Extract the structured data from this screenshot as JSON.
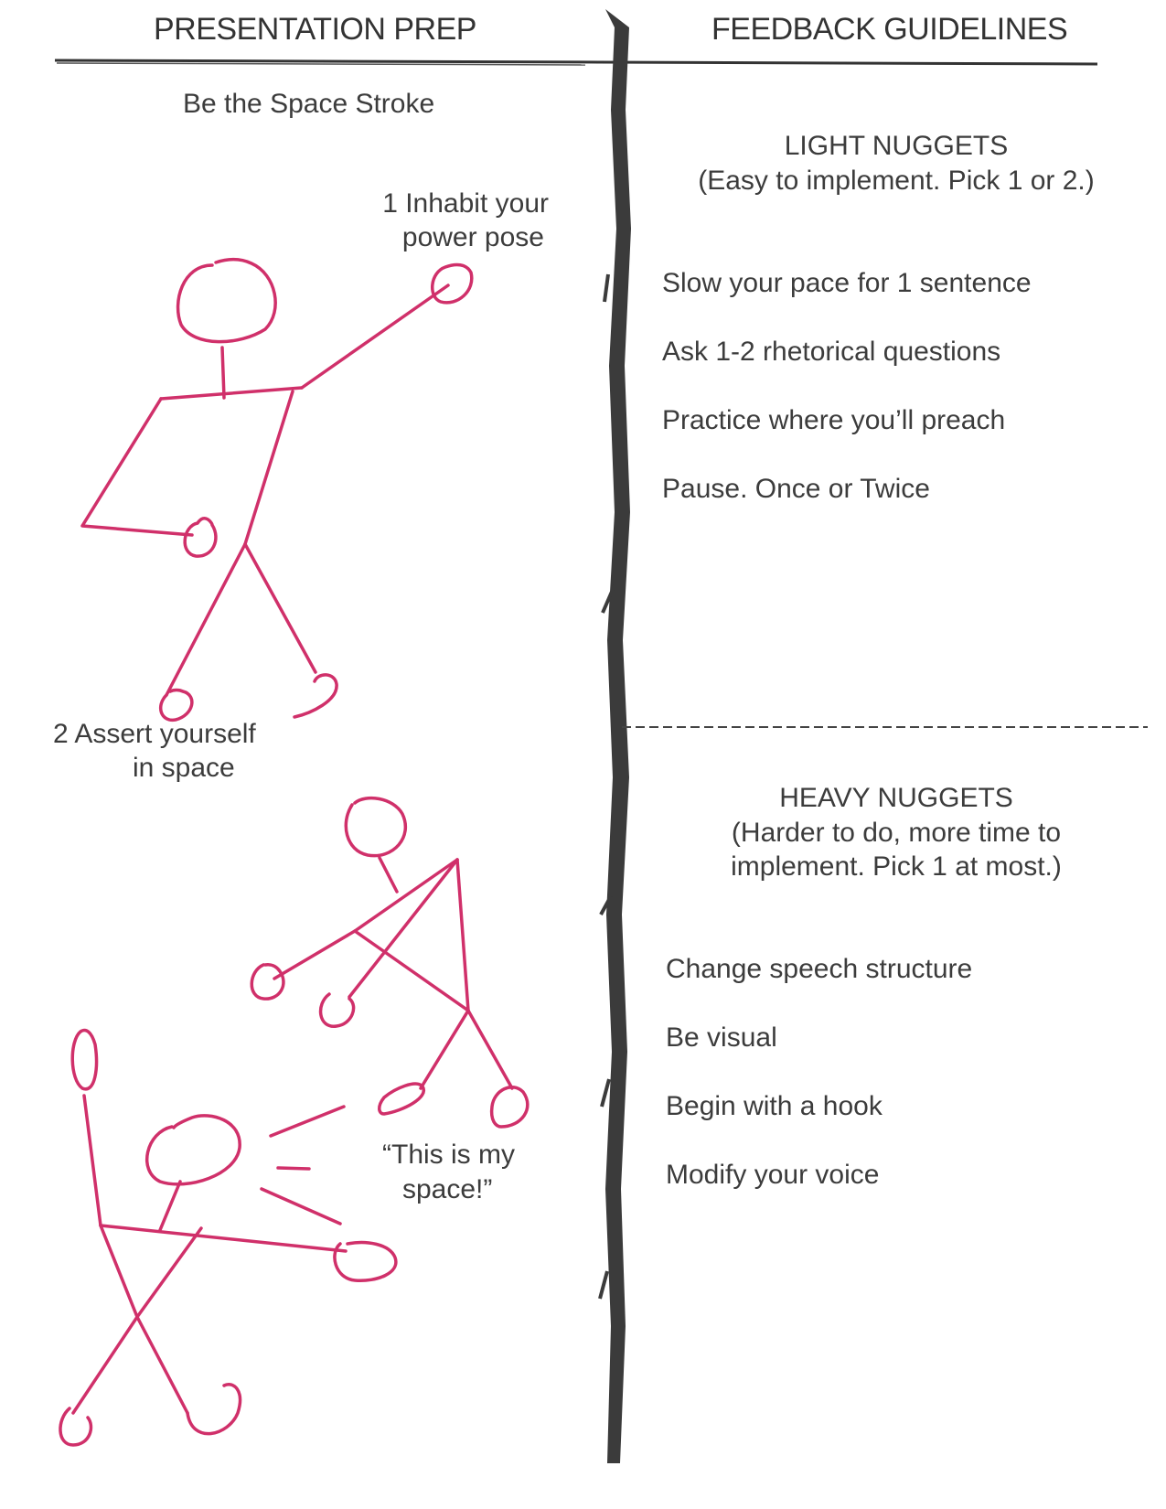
{
  "left_column": {
    "header": "PRESENTATION PREP",
    "subtitle": "Be the Space Stroke",
    "step1": {
      "line1": "1 Inhabit your",
      "line2": "power pose"
    },
    "step2": {
      "line1": "2  Assert  yourself",
      "line2": "in space"
    },
    "quote": {
      "line1": "“This is my",
      "line2": "space!”"
    }
  },
  "right_column": {
    "header": "FEEDBACK GUIDELINES",
    "light": {
      "title": "LIGHT NUGGETS",
      "note": "(Easy to implement. Pick 1 or 2.)",
      "items": [
        "Slow your pace for 1 sentence",
        "Ask 1-2 rhetorical questions",
        "Practice where you’ll preach",
        "Pause. Once or Twice"
      ]
    },
    "heavy": {
      "title": "HEAVY NUGGETS",
      "note_line1": "(Harder to do, more time to",
      "note_line2": "implement. Pick 1 at most.)",
      "items": [
        "Change speech structure",
        "Be visual",
        "Begin with a hook",
        "Modify your voice"
      ]
    }
  },
  "colors": {
    "ink": "#3a3a3a",
    "marker_pink": "#d0306a",
    "divider": "#333333"
  }
}
